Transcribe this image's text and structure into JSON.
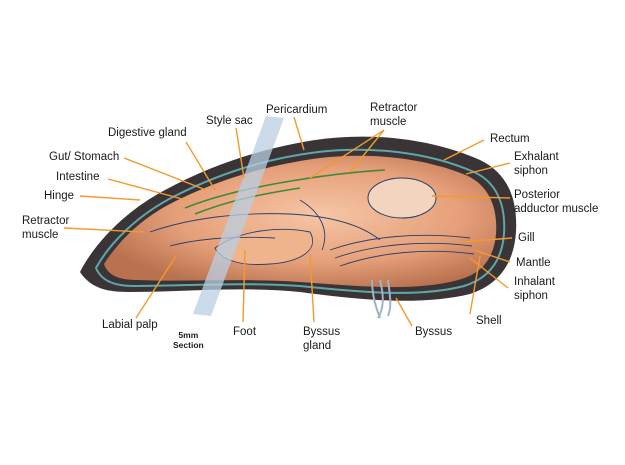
{
  "labels": {
    "digestive_gland": "Digestive gland",
    "style_sac": "Style sac",
    "pericardium": "Pericardium",
    "retractor_muscle_top": "Retractor\nmuscle",
    "rectum": "Rectum",
    "gut_stomach": "Gut/ Stomach",
    "exhalant_siphon": "Exhalant\nsiphon",
    "intestine": "Intestine",
    "hinge": "Hinge",
    "posterior_adductor": "Posterior\nadductor muscle",
    "retractor_muscle_left": "Retractor\nmuscle",
    "gill": "Gill",
    "mantle": "Mantle",
    "inhalant_siphon": "Inhalant\nsiphon",
    "labial_palp": "Labial palp",
    "shell": "Shell",
    "section": "5mm\nSection",
    "foot": "Foot",
    "byssus_gland": "Byssus\ngland",
    "byssus": "Byssus"
  },
  "colors": {
    "leader": "#f39a2e",
    "flesh": "#e9a57a",
    "shell": "#3a3436",
    "section_band": "#b9cfe3",
    "outline": "#2b3f6b",
    "gut": "#3e8a3a"
  }
}
